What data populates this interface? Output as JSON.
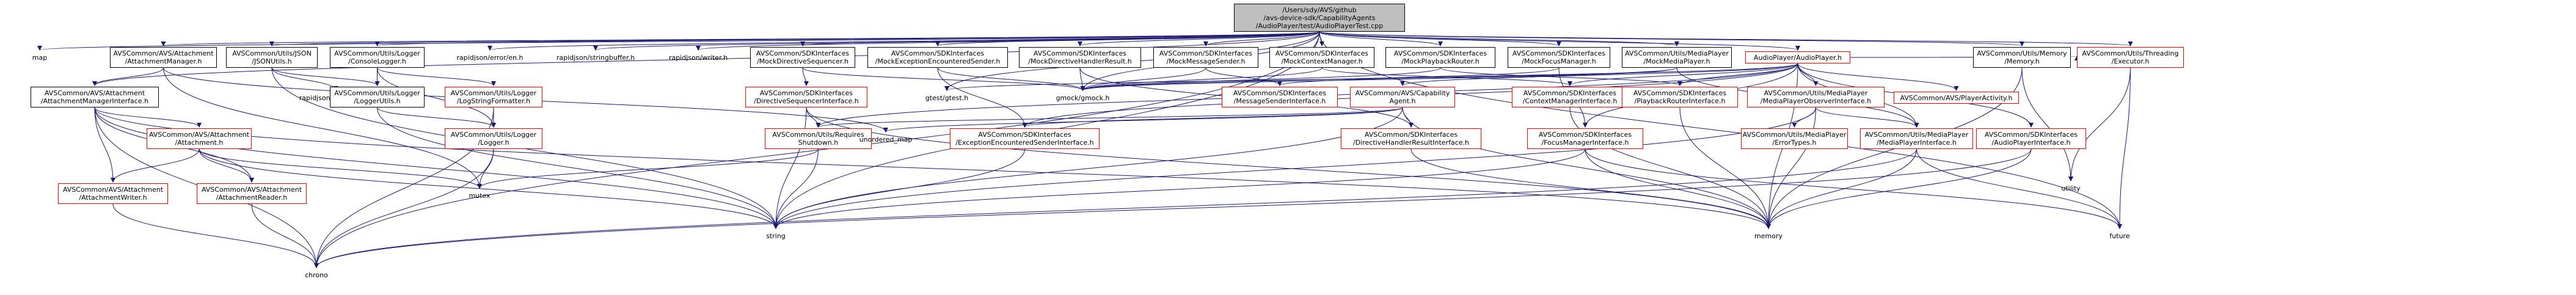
{
  "nodes": [
    {
      "id": "root",
      "lines": [
        "/Users/sdy/AVS/github",
        "/avs-device-sdk/CapabilityAgents",
        "/AudioPlayer/test/AudioPlayerTest.cpp"
      ],
      "style": "root"
    },
    {
      "id": "map",
      "lines": [
        "map"
      ],
      "style": "plain"
    },
    {
      "id": "attmgr",
      "lines": [
        "AVSCommon/AVS/Attachment",
        "/AttachmentManager.h"
      ],
      "style": "black"
    },
    {
      "id": "jsonutils",
      "lines": [
        "AVSCommon/Utils/JSON",
        "/JSONUtils.h"
      ],
      "style": "black"
    },
    {
      "id": "consolelogger",
      "lines": [
        "AVSCommon/Utils/Logger",
        "/ConsoleLogger.h"
      ],
      "style": "black"
    },
    {
      "id": "rjerror",
      "lines": [
        "rapidjson/error/en.h"
      ],
      "style": "plain"
    },
    {
      "id": "rjsb",
      "lines": [
        "rapidjson/stringbuffer.h"
      ],
      "style": "plain"
    },
    {
      "id": "rjwriter",
      "lines": [
        "rapidjson/writer.h"
      ],
      "style": "plain"
    },
    {
      "id": "mockdirseq",
      "lines": [
        "AVSCommon/SDKInterfaces",
        "/MockDirectiveSequencer.h"
      ],
      "style": "black"
    },
    {
      "id": "mockexcsender",
      "lines": [
        "AVSCommon/SDKInterfaces",
        "/MockExceptionEncounteredSender.h"
      ],
      "style": "black"
    },
    {
      "id": "mockdirhandler",
      "lines": [
        "AVSCommon/SDKInterfaces",
        "/MockDirectiveHandlerResult.h"
      ],
      "style": "black"
    },
    {
      "id": "mockmsgsender",
      "lines": [
        "AVSCommon/SDKInterfaces",
        "/MockMessageSender.h"
      ],
      "style": "black"
    },
    {
      "id": "mockctxmgr",
      "lines": [
        "AVSCommon/SDKInterfaces",
        "/MockContextManager.h"
      ],
      "style": "black"
    },
    {
      "id": "mockplayback",
      "lines": [
        "AVSCommon/SDKInterfaces",
        "/MockPlaybackRouter.h"
      ],
      "style": "black"
    },
    {
      "id": "mockfocus",
      "lines": [
        "AVSCommon/SDKInterfaces",
        "/MockFocusManager.h"
      ],
      "style": "black"
    },
    {
      "id": "mockmediaplayer",
      "lines": [
        "AVSCommon/Utils/MediaPlayer",
        "/MockMediaPlayer.h"
      ],
      "style": "black"
    },
    {
      "id": "audioplayer",
      "lines": [
        "AudioPlayer/AudioPlayer.h"
      ],
      "style": "red"
    },
    {
      "id": "memoryh",
      "lines": [
        "AVSCommon/Utils/Memory",
        "/Memory.h"
      ],
      "style": "black"
    },
    {
      "id": "executor",
      "lines": [
        "AVSCommon/Utils/Threading",
        "/Executor.h"
      ],
      "style": "red"
    },
    {
      "id": "attmgrif",
      "lines": [
        "AVSCommon/AVS/Attachment",
        "/AttachmentManagerInterface.h"
      ],
      "style": "black"
    },
    {
      "id": "rjdoc",
      "lines": [
        "rapidjson/document.h"
      ],
      "style": "plain"
    },
    {
      "id": "loggerutils",
      "lines": [
        "AVSCommon/Utils/Logger",
        "/LoggerUtils.h"
      ],
      "style": "black"
    },
    {
      "id": "logstrfmt",
      "lines": [
        "AVSCommon/Utils/Logger",
        "/LogStringFormatter.h"
      ],
      "style": "red"
    },
    {
      "id": "dirseqif",
      "lines": [
        "AVSCommon/SDKInterfaces",
        "/DirectiveSequencerInterface.h"
      ],
      "style": "red"
    },
    {
      "id": "gtest",
      "lines": [
        "gtest/gtest.h"
      ],
      "style": "plain"
    },
    {
      "id": "gmock",
      "lines": [
        "gmock/gmock.h"
      ],
      "style": "plain"
    },
    {
      "id": "msgsenderif",
      "lines": [
        "AVSCommon/SDKInterfaces",
        "/MessageSenderInterface.h"
      ],
      "style": "red"
    },
    {
      "id": "capagent",
      "lines": [
        "AVSCommon/AVS/Capability",
        "Agent.h"
      ],
      "style": "red"
    },
    {
      "id": "ctxmgrif",
      "lines": [
        "AVSCommon/SDKInterfaces",
        "/ContextManagerInterface.h"
      ],
      "style": "red"
    },
    {
      "id": "playbackrouterif",
      "lines": [
        "AVSCommon/SDKInterfaces",
        "/PlaybackRouterInterface.h"
      ],
      "style": "red"
    },
    {
      "id": "mpobserverif",
      "lines": [
        "AVSCommon/Utils/MediaPlayer",
        "/MediaPlayerObserverInterface.h"
      ],
      "style": "red"
    },
    {
      "id": "playeractivity",
      "lines": [
        "AVSCommon/AVS/PlayerActivity.h"
      ],
      "style": "red"
    },
    {
      "id": "attachment",
      "lines": [
        "AVSCommon/AVS/Attachment",
        "/Attachment.h"
      ],
      "style": "red"
    },
    {
      "id": "logger",
      "lines": [
        "AVSCommon/Utils/Logger",
        "/Logger.h"
      ],
      "style": "red"
    },
    {
      "id": "reqshutdown",
      "lines": [
        "AVSCommon/Utils/Requires",
        "Shutdown.h"
      ],
      "style": "red"
    },
    {
      "id": "unorderedmap",
      "lines": [
        "unordered_map"
      ],
      "style": "plain"
    },
    {
      "id": "excsenderif",
      "lines": [
        "AVSCommon/SDKInterfaces",
        "/ExceptionEncounteredSenderInterface.h"
      ],
      "style": "red"
    },
    {
      "id": "dirhandlerif",
      "lines": [
        "AVSCommon/SDKInterfaces",
        "/DirectiveHandlerResultInterface.h"
      ],
      "style": "red"
    },
    {
      "id": "focusmgrif",
      "lines": [
        "AVSCommon/SDKInterfaces",
        "/FocusManagerInterface.h"
      ],
      "style": "red"
    },
    {
      "id": "errortypes",
      "lines": [
        "AVSCommon/Utils/MediaPlayer",
        "/ErrorTypes.h"
      ],
      "style": "red"
    },
    {
      "id": "mediaplayerif",
      "lines": [
        "AVSCommon/Utils/MediaPlayer",
        "/MediaPlayerInterface.h"
      ],
      "style": "red"
    },
    {
      "id": "audioplayerif",
      "lines": [
        "AVSCommon/SDKInterfaces",
        "/AudioPlayerInterface.h"
      ],
      "style": "red"
    },
    {
      "id": "utility",
      "lines": [
        "utility"
      ],
      "style": "plain"
    },
    {
      "id": "attwriter",
      "lines": [
        "AVSCommon/AVS/Attachment",
        "/AttachmentWriter.h"
      ],
      "style": "red"
    },
    {
      "id": "attreader",
      "lines": [
        "AVSCommon/AVS/Attachment",
        "/AttachmentReader.h"
      ],
      "style": "red"
    },
    {
      "id": "mutex",
      "lines": [
        "mutex"
      ],
      "style": "plain"
    },
    {
      "id": "string",
      "lines": [
        "string"
      ],
      "style": "plain"
    },
    {
      "id": "memory",
      "lines": [
        "memory"
      ],
      "style": "plain"
    },
    {
      "id": "future",
      "lines": [
        "future"
      ],
      "style": "plain"
    },
    {
      "id": "chrono",
      "lines": [
        "chrono"
      ],
      "style": "plain"
    }
  ],
  "edges": [
    [
      "root",
      "map"
    ],
    [
      "root",
      "attmgr"
    ],
    [
      "root",
      "jsonutils"
    ],
    [
      "root",
      "consolelogger"
    ],
    [
      "root",
      "rjerror"
    ],
    [
      "root",
      "rjsb"
    ],
    [
      "root",
      "rjwriter"
    ],
    [
      "root",
      "mockdirseq"
    ],
    [
      "root",
      "mockexcsender"
    ],
    [
      "root",
      "mockdirhandler"
    ],
    [
      "root",
      "mockmsgsender"
    ],
    [
      "root",
      "mockctxmgr"
    ],
    [
      "root",
      "mockplayback"
    ],
    [
      "root",
      "mockfocus"
    ],
    [
      "root",
      "mockmediaplayer"
    ],
    [
      "root",
      "audioplayer"
    ],
    [
      "root",
      "memoryh"
    ],
    [
      "root",
      "executor"
    ],
    [
      "root",
      "gtest"
    ],
    [
      "root",
      "gmock"
    ],
    [
      "root",
      "chrono"
    ],
    [
      "root",
      "future"
    ],
    [
      "root",
      "string"
    ],
    [
      "root",
      "attmgrif"
    ],
    [
      "attmgr",
      "attmgrif"
    ],
    [
      "attmgr",
      "mutex"
    ],
    [
      "attmgr",
      "unorderedmap"
    ],
    [
      "jsonutils",
      "rjdoc"
    ],
    [
      "jsonutils",
      "loggerutils"
    ],
    [
      "jsonutils",
      "string"
    ],
    [
      "consolelogger",
      "loggerutils"
    ],
    [
      "consolelogger",
      "logstrfmt"
    ],
    [
      "consolelogger",
      "logger"
    ],
    [
      "mockdirseq",
      "dirseqif"
    ],
    [
      "mockdirseq",
      "gmock"
    ],
    [
      "mockexcsender",
      "excsenderif"
    ],
    [
      "mockexcsender",
      "gmock"
    ],
    [
      "mockdirhandler",
      "dirhandlerif"
    ],
    [
      "mockdirhandler",
      "gmock"
    ],
    [
      "mockmsgsender",
      "msgsenderif"
    ],
    [
      "mockmsgsender",
      "gmock"
    ],
    [
      "mockctxmgr",
      "ctxmgrif"
    ],
    [
      "mockctxmgr",
      "gmock"
    ],
    [
      "mockplayback",
      "playbackrouterif"
    ],
    [
      "mockplayback",
      "gmock"
    ],
    [
      "mockfocus",
      "focusmgrif"
    ],
    [
      "mockfocus",
      "gmock"
    ],
    [
      "mockmediaplayer",
      "mediaplayerif"
    ],
    [
      "mockmediaplayer",
      "gmock"
    ],
    [
      "mockmediaplayer",
      "gtest"
    ],
    [
      "audioplayer",
      "capagent"
    ],
    [
      "audioplayer",
      "ctxmgrif"
    ],
    [
      "audioplayer",
      "msgsenderif"
    ],
    [
      "audioplayer",
      "playbackrouterif"
    ],
    [
      "audioplayer",
      "mpobserverif"
    ],
    [
      "audioplayer",
      "playeractivity"
    ],
    [
      "audioplayer",
      "focusmgrif"
    ],
    [
      "audioplayer",
      "mediaplayerif"
    ],
    [
      "audioplayer",
      "audioplayerif"
    ],
    [
      "audioplayer",
      "executor"
    ],
    [
      "audioplayer",
      "reqshutdown"
    ],
    [
      "audioplayer",
      "memory"
    ],
    [
      "audioplayer",
      "excsenderif"
    ],
    [
      "memoryh",
      "memory"
    ],
    [
      "memoryh",
      "utility"
    ],
    [
      "executor",
      "future"
    ],
    [
      "executor",
      "utility"
    ],
    [
      "attmgrif",
      "attachment"
    ],
    [
      "attmgrif",
      "attwriter"
    ],
    [
      "attmgrif",
      "attreader"
    ],
    [
      "attmgrif",
      "chrono"
    ],
    [
      "attmgrif",
      "memory"
    ],
    [
      "attmgrif",
      "string"
    ],
    [
      "loggerutils",
      "logger"
    ],
    [
      "loggerutils",
      "string"
    ],
    [
      "logstrfmt",
      "logger"
    ],
    [
      "logstrfmt",
      "chrono"
    ],
    [
      "dirseqif",
      "reqshutdown"
    ],
    [
      "dirseqif",
      "string"
    ],
    [
      "dirseqif",
      "memory"
    ],
    [
      "capagent",
      "reqshutdown"
    ],
    [
      "capagent",
      "unorderedmap"
    ],
    [
      "capagent",
      "excsenderif"
    ],
    [
      "capagent",
      "dirhandlerif"
    ],
    [
      "capagent",
      "string"
    ],
    [
      "capagent",
      "memory"
    ],
    [
      "ctxmgrif",
      "memory"
    ],
    [
      "playbackrouterif",
      "memory"
    ],
    [
      "mpobserverif",
      "errortypes"
    ],
    [
      "mpobserverif",
      "mediaplayerif"
    ],
    [
      "mpobserverif",
      "memory"
    ],
    [
      "mpobserverif",
      "string"
    ],
    [
      "mediaplayerif",
      "memory"
    ],
    [
      "mediaplayerif",
      "future"
    ],
    [
      "mediaplayerif",
      "chrono"
    ],
    [
      "audioplayerif",
      "memory"
    ],
    [
      "audioplayerif",
      "chrono"
    ],
    [
      "focusmgrif",
      "memory"
    ],
    [
      "focusmgrif",
      "string"
    ],
    [
      "focusmgrif",
      "future"
    ],
    [
      "attachment",
      "attwriter"
    ],
    [
      "attachment",
      "attreader"
    ],
    [
      "attachment",
      "mutex"
    ],
    [
      "attachment",
      "string"
    ],
    [
      "logger",
      "mutex"
    ],
    [
      "logger",
      "chrono"
    ],
    [
      "reqshutdown",
      "mutex"
    ],
    [
      "reqshutdown",
      "string"
    ],
    [
      "excsenderif",
      "string"
    ],
    [
      "dirhandlerif",
      "memory"
    ],
    [
      "attreader",
      "chrono"
    ],
    [
      "attwriter",
      "chrono"
    ]
  ]
}
